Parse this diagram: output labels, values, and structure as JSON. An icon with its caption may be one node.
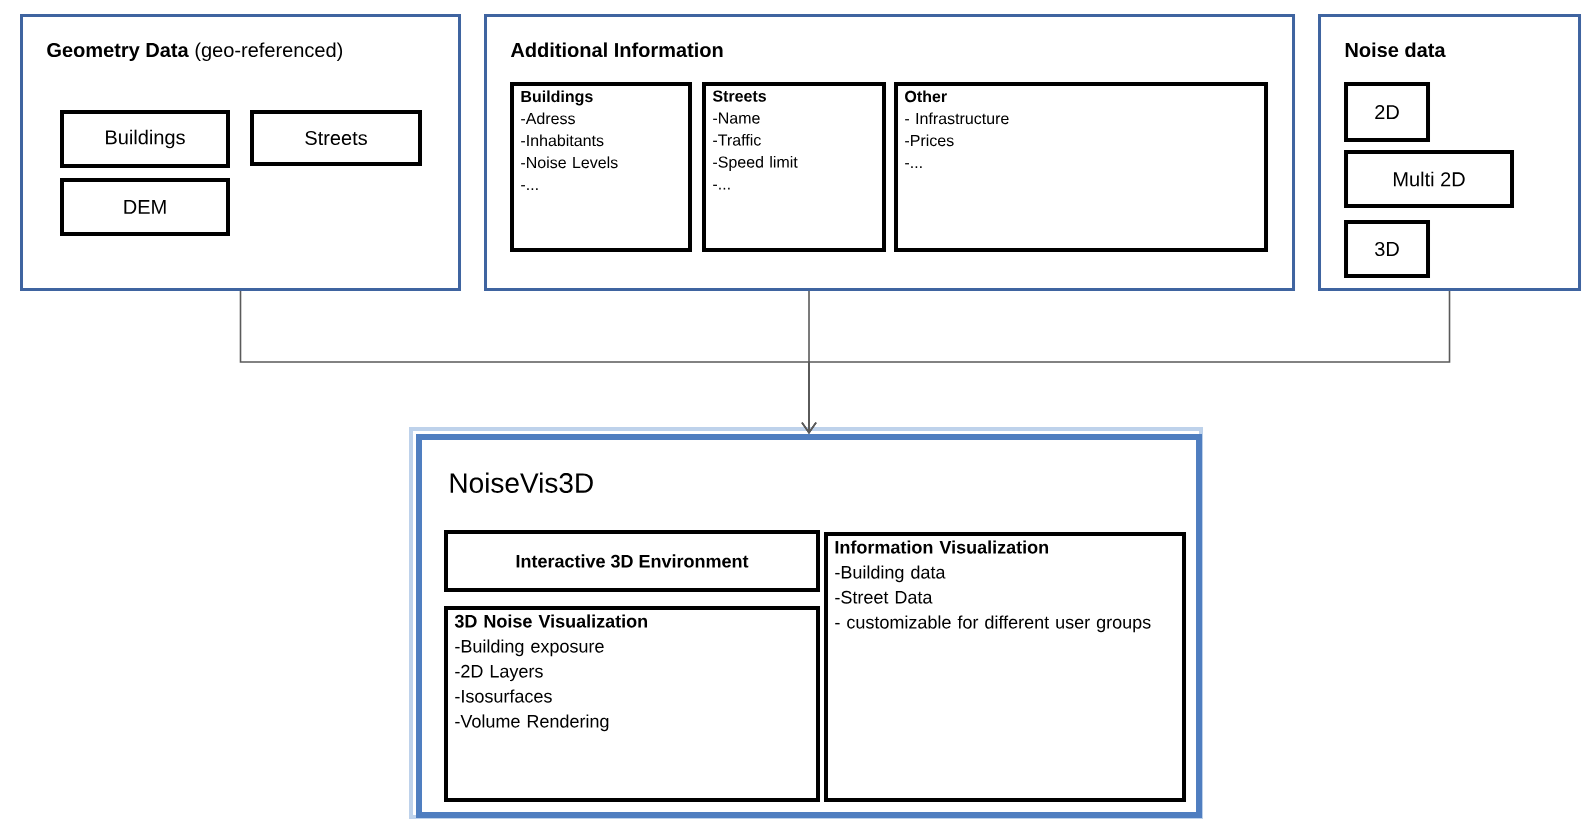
{
  "diagram": {
    "nodes": [
      {
        "text": [
          "**Geometry Data** (geo-referenced)"
        ]
      },
      {
        "text": [
          "Buildings"
        ],
        "in": 0
      },
      {
        "text": [
          "Streets"
        ],
        "in": 0
      },
      {
        "text": [
          "DEM"
        ],
        "in": 0
      },
      {
        "text": [
          "Additional Information"
        ]
      },
      {
        "text": [
          "Buildings",
          "-Adress",
          "-Inhabitants",
          "-Noise Levels",
          "-..."
        ],
        "in": 4
      },
      {
        "text": [
          "Streets",
          "-Name",
          "-Traffic",
          "-Speed limit",
          "-..."
        ],
        "in": 4
      },
      {
        "text": [
          "Other",
          "- Infrastructure",
          "-Prices",
          "-..."
        ],
        "in": 4
      },
      {
        "text": [
          "Noise data"
        ]
      },
      {
        "text": [
          "2D"
        ],
        "in": 8
      },
      {
        "text": [
          "Multi 2D"
        ],
        "in": 8
      },
      {
        "text": [
          "3D"
        ],
        "in": 8
      },
      {
        "text": [
          "NoiseVis3D"
        ]
      },
      {
        "text": [
          "Interactive 3D Environment"
        ],
        "in": 12
      },
      {
        "text": [
          "3D Noise Visualization",
          "-Building exposure",
          "-2D Layers",
          "-Isosurfaces",
          "-Volume Rendering"
        ],
        "in": 12
      },
      {
        "text": [
          "Information Visualization",
          "-Building data",
          "-Street Data",
          "- customizable for different user groups"
        ],
        "in": 12
      }
    ],
    "edges": [
      {
        "from": 0,
        "to": 12,
        "arrow": "to"
      },
      {
        "from": 4,
        "to": 12,
        "arrow": "to"
      },
      {
        "from": 8,
        "to": 12,
        "arrow": "to"
      }
    ]
  }
}
